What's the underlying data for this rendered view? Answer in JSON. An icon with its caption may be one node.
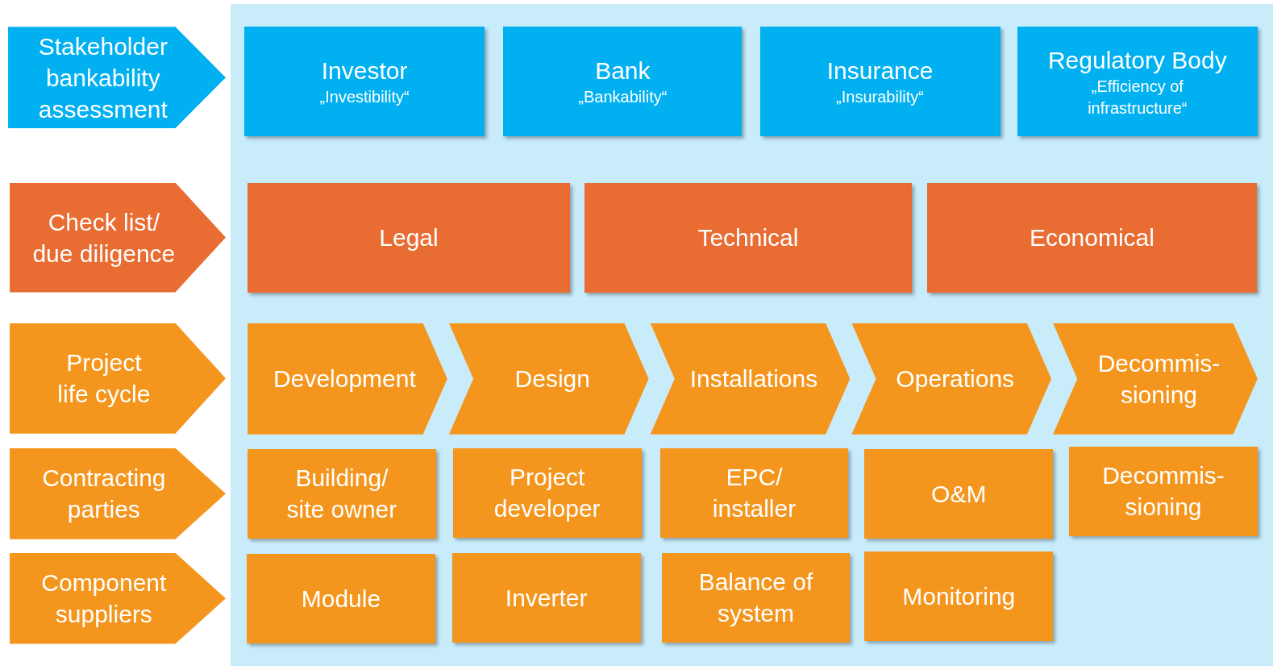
{
  "diagram": {
    "nodes": [
      {
        "text": [],
        "shape": "box"
      },
      {
        "text": [
          "Stakeholder bankability assessment"
        ]
      },
      {
        "text": [
          "Investor",
          "„Investibility“"
        ],
        "in": 0
      },
      {
        "text": [
          "Bank",
          "„Bankability“"
        ],
        "in": 0
      },
      {
        "text": [
          "Insurance",
          "„Insurability“"
        ],
        "in": 0
      },
      {
        "text": [
          "Regulatory Body",
          "„Efficiency of infrastructure“"
        ],
        "in": 0
      },
      {
        "text": [
          "Check list/ due diligence"
        ]
      },
      {
        "text": [
          "Legal"
        ],
        "in": 0
      },
      {
        "text": [
          "Technical"
        ],
        "in": 0
      },
      {
        "text": [
          "Economical"
        ],
        "in": 0
      },
      {
        "text": [
          "Project life cycle"
        ]
      },
      {
        "text": [
          "Development"
        ],
        "in": 0
      },
      {
        "text": [
          "Design"
        ],
        "in": 0
      },
      {
        "text": [
          "Installations"
        ],
        "in": 0
      },
      {
        "text": [
          "Operations"
        ],
        "in": 0
      },
      {
        "text": [
          "Decommis- sioning"
        ],
        "in": 0
      },
      {
        "text": [
          "Contracting parties"
        ]
      },
      {
        "text": [
          "Building/ site owner"
        ],
        "in": 0
      },
      {
        "text": [
          "Project developer"
        ],
        "in": 0
      },
      {
        "text": [
          "EPC/ installer"
        ],
        "in": 0
      },
      {
        "text": [
          "O&M"
        ],
        "in": 0
      },
      {
        "text": [
          "Decommis- sioning"
        ],
        "in": 0
      },
      {
        "text": [
          "Component suppliers"
        ]
      },
      {
        "text": [
          "Module"
        ],
        "in": 0
      },
      {
        "text": [
          "Inverter"
        ],
        "in": 0
      },
      {
        "text": [
          "Balance of system"
        ],
        "in": 0
      },
      {
        "text": [
          "Monitoring"
        ],
        "in": 0
      }
    ]
  }
}
